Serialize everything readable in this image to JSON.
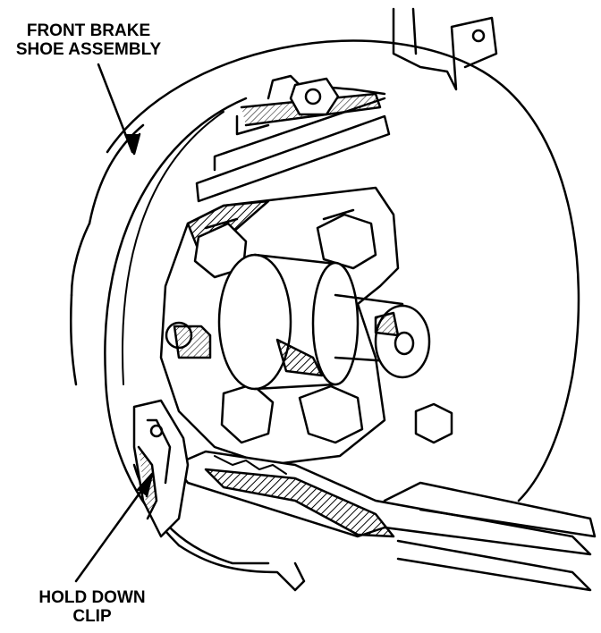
{
  "labels": {
    "front_brake_shoe_assembly": {
      "line1": "FRONT BRAKE",
      "line2": "SHOE ASSEMBLY"
    },
    "hold_down_clip": {
      "line1": "HOLD DOWN",
      "line2": "CLIP"
    }
  },
  "colors": {
    "ink": "#000000",
    "paper": "#ffffff"
  }
}
